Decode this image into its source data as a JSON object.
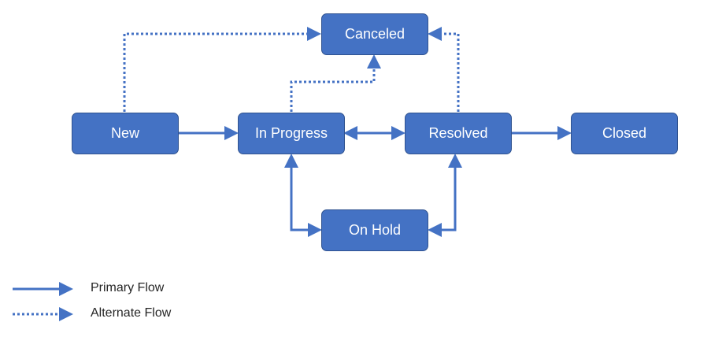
{
  "diagram": {
    "nodes": {
      "new": "New",
      "in_progress": "In Progress",
      "resolved": "Resolved",
      "closed": "Closed",
      "canceled": "Canceled",
      "on_hold": "On Hold"
    },
    "edges": [
      {
        "from": "New",
        "to": "In Progress",
        "style": "primary"
      },
      {
        "from": "In Progress",
        "to": "Resolved",
        "style": "primary",
        "bidirectional": true
      },
      {
        "from": "Resolved",
        "to": "Closed",
        "style": "primary"
      },
      {
        "from": "In Progress",
        "to": "On Hold",
        "style": "primary",
        "bidirectional": true
      },
      {
        "from": "On Hold",
        "to": "Resolved",
        "style": "primary",
        "bidirectional": true
      },
      {
        "from": "New",
        "to": "Canceled",
        "style": "alternate"
      },
      {
        "from": "In Progress",
        "to": "Canceled",
        "style": "alternate"
      },
      {
        "from": "Resolved",
        "to": "Canceled",
        "style": "alternate"
      }
    ]
  },
  "legend": {
    "primary_label": "Primary Flow",
    "alternate_label": "Alternate Flow"
  },
  "colors": {
    "node_fill": "#4472c4",
    "node_border": "#2f528f",
    "arrow": "#4472c4",
    "node_text": "#ffffff"
  }
}
